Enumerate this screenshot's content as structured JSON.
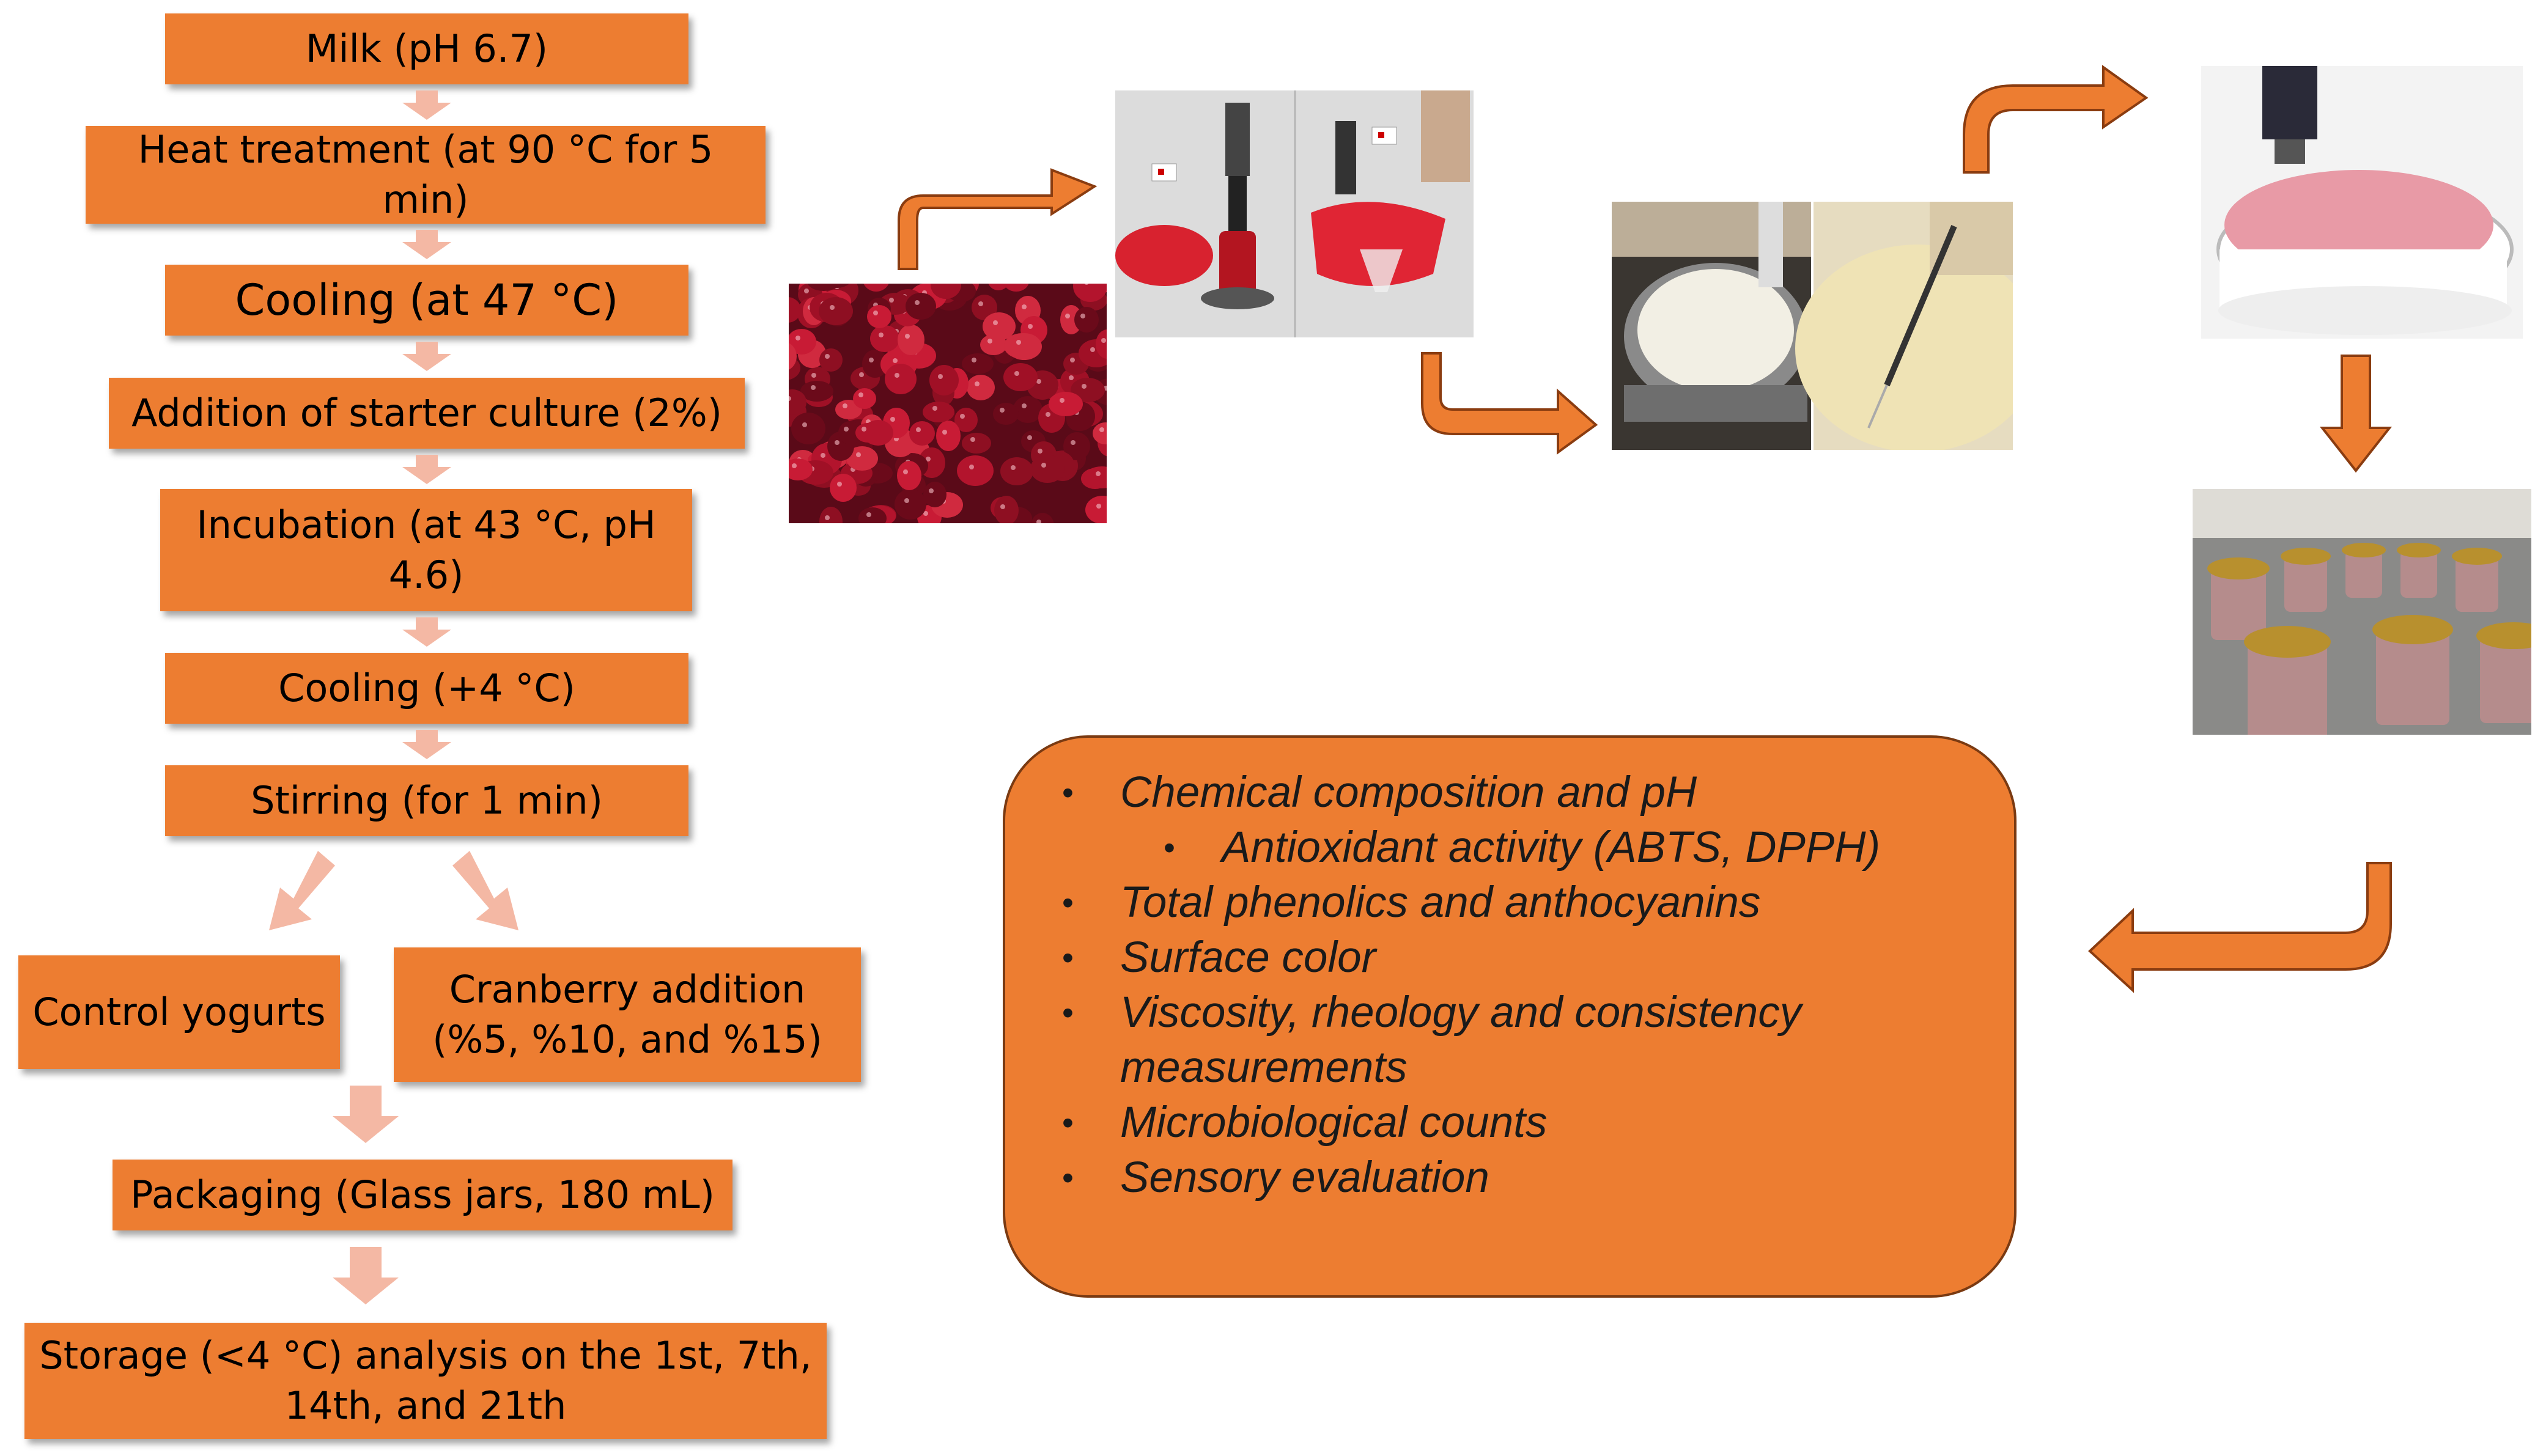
{
  "colors": {
    "box": "#ED7D31",
    "arrow_small": "#F4B8A4",
    "arrow_big": "#ED7D31"
  },
  "flow": {
    "milk": "Milk (pH 6.7)",
    "heat_line1": "Heat treatment (at 90 °C for 5",
    "heat_line2": "min)",
    "cooling1": "Cooling (at 47 °C)",
    "starter": "Addition of starter culture (2%)",
    "incubation_line1": "Incubation (at 43 °C, pH",
    "incubation_line2": "4.6)",
    "cooling2": "Cooling (+4 °C)",
    "stirring": "Stirring (for 1 min)",
    "control": "Control yogurts",
    "cranberry_line1": "Cranberry addition",
    "cranberry_line2": "(%5, %10, and %15)",
    "packaging": "Packaging (Glass jars, 180 mL)",
    "storage_line1": "Storage (<4 °C) analysis on the 1st, 7th,",
    "storage_line2": "14th, and 21th"
  },
  "analyses": {
    "items": [
      "Chemical composition and pH",
      "Antioxidant activity (ABTS, DPPH)",
      "Total phenolics and anthocyanins",
      "Surface color",
      "Viscosity, rheology and consistency",
      "measurements",
      "Microbiological counts",
      "Sensory evaluation"
    ]
  },
  "photos": {
    "cranberries": "cranberries-photo",
    "blending": "blender-photo",
    "milk_heating": "milk-heating-photo",
    "filling": "yogurt-filling-photo",
    "jars": "glass-jars-photo"
  }
}
